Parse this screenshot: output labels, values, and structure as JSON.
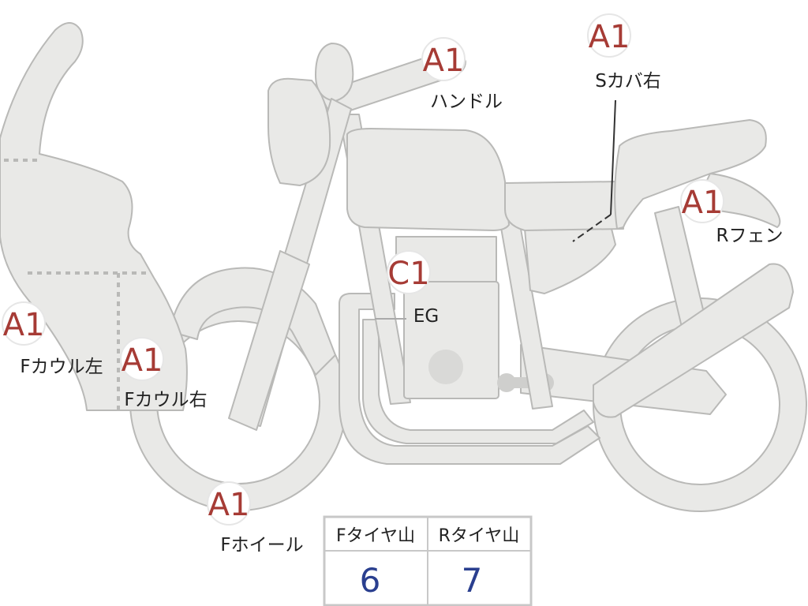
{
  "colors": {
    "grade": "#a63b35",
    "tire_value": "#2a3f8f",
    "body_fill": "#e9e9e7",
    "body_stroke": "#b9b9b7"
  },
  "markers": [
    {
      "id": "handle",
      "grade": "A1",
      "label": "ハンドル"
    },
    {
      "id": "s-cover-right",
      "grade": "A1",
      "label": "Sカバ右"
    },
    {
      "id": "rear-fender",
      "grade": "A1",
      "label": "Rフェン"
    },
    {
      "id": "engine",
      "grade": "C1",
      "label": "EG"
    },
    {
      "id": "front-cowl-left",
      "grade": "A1",
      "label": "Fカウル左"
    },
    {
      "id": "front-cowl-right",
      "grade": "A1",
      "label": "Fカウル右"
    },
    {
      "id": "front-wheel",
      "grade": "A1",
      "label": "Fホイール"
    }
  ],
  "tire_table": {
    "front_header": "Fタイヤ山",
    "rear_header": "Rタイヤ山",
    "front_value": "6",
    "rear_value": "7"
  }
}
